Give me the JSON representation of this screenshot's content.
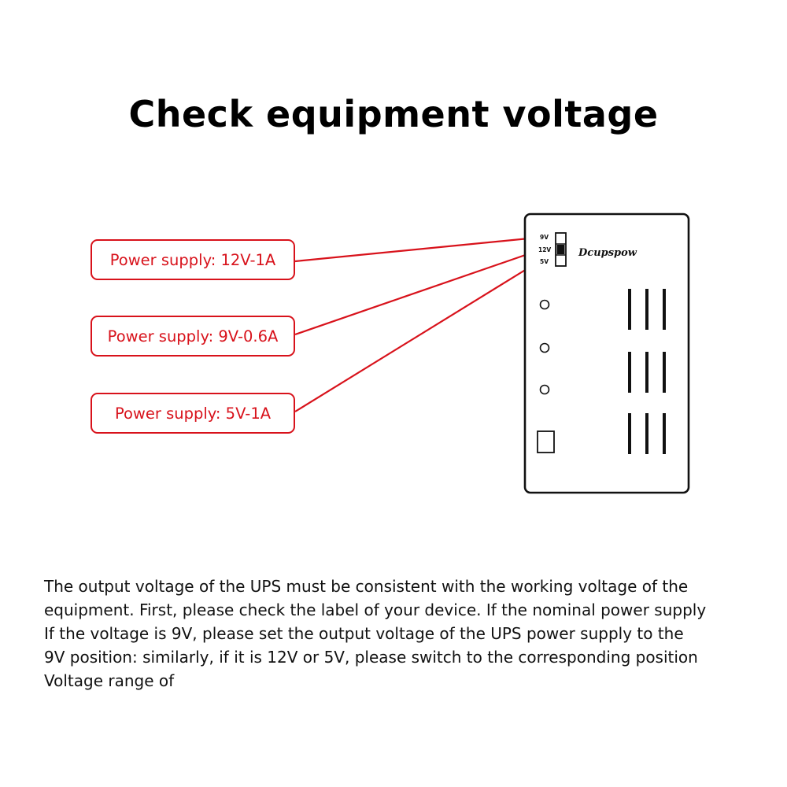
{
  "title": "Check equipment voltage",
  "labels": {
    "supply_12v": "Power supply: 12V-1A",
    "supply_9v": "Power supply: 9V-0.6A",
    "supply_5v": "Power supply: 5V-1A"
  },
  "device": {
    "brand": "Dcupspow",
    "switch_positions": [
      "9V",
      "12V",
      "5V"
    ],
    "selected_position": "12V"
  },
  "description_lines": [
    "The output voltage of the UPS must be consistent with the working voltage of the",
    "equipment. First, please check the label of your device. If the nominal power supply",
    "If the voltage is 9V, please set the output voltage of the UPS power supply to the",
    "9V position: similarly, if it is 12V or 5V, please switch to the corresponding position",
    "Voltage range of"
  ],
  "colors": {
    "accent": "#d8121b",
    "outline": "#111111"
  }
}
